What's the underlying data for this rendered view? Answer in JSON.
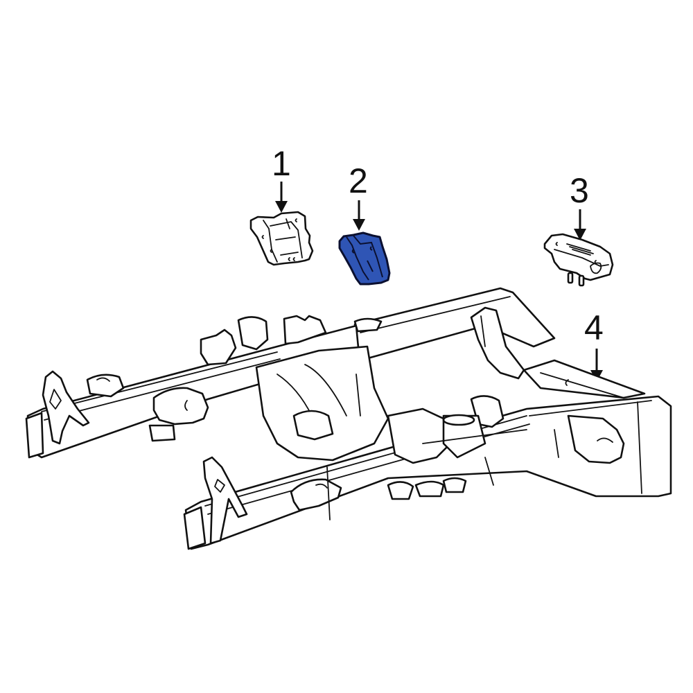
{
  "diagram": {
    "type": "exploded parts diagram",
    "subject": "Vehicle frame with engine/transmission mounts",
    "background_color": "#ffffff",
    "line_color": "#111111",
    "highlight_color": "#2f55b5",
    "highlighted_part": "2"
  },
  "callouts": [
    {
      "number": "1",
      "part": "Engine mount bracket",
      "highlighted": false
    },
    {
      "number": "2",
      "part": "Engine mount",
      "highlighted": true
    },
    {
      "number": "3",
      "part": "Transmission mount",
      "highlighted": false
    },
    {
      "number": "4",
      "part": "Frame",
      "highlighted": false
    }
  ]
}
